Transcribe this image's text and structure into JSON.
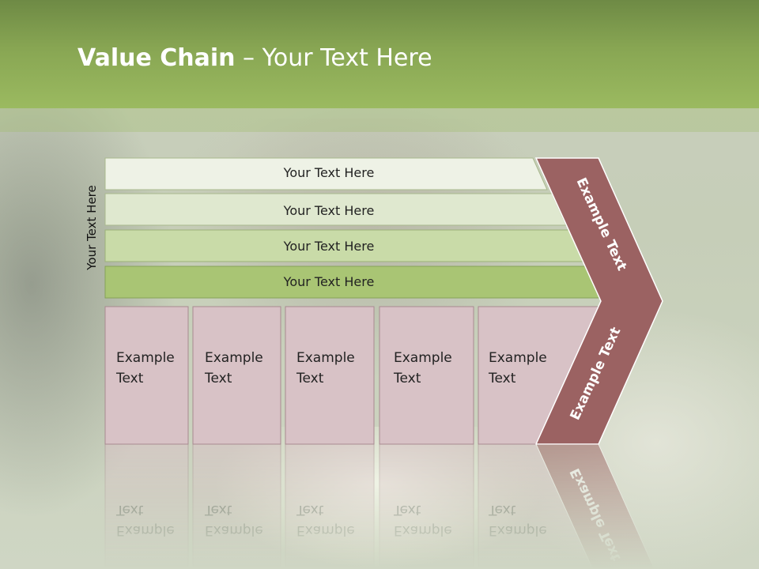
{
  "title": {
    "bold": "Value Chain",
    "rest": " – Your Text Here"
  },
  "side_label": "Your Text Here",
  "rows": [
    {
      "label": "Your Text Here",
      "fill": "#eef2e6",
      "stroke": "#a9b98e"
    },
    {
      "label": "Your Text Here",
      "fill": "#dfe8cf",
      "stroke": "#a9b98e"
    },
    {
      "label": "Your Text Here",
      "fill": "#c9dba8",
      "stroke": "#9cb179"
    },
    {
      "label": "Your Text Here",
      "fill": "#a9c574",
      "stroke": "#86a257"
    }
  ],
  "boxes": [
    {
      "line1": "Example",
      "line2": "Text"
    },
    {
      "line1": "Example",
      "line2": "Text"
    },
    {
      "line1": "Example",
      "line2": "Text"
    },
    {
      "line1": "Example",
      "line2": "Text"
    },
    {
      "line1": "Example",
      "line2": "Text"
    }
  ],
  "chevron": {
    "upper_label": "Example Text",
    "lower_label": "Example Text",
    "fill": "#9b6262"
  },
  "colors": {
    "box_fill": "#d8c2c6",
    "box_stroke": "#a88a90",
    "header": "#88a653"
  }
}
